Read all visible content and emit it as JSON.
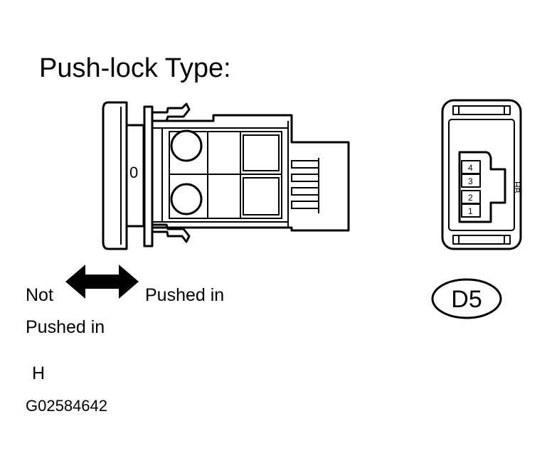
{
  "title": "Push-lock Type:",
  "switch": {
    "knob_mark": "0",
    "label_not_pushed_line1": "Not",
    "label_not_pushed_line2": "Pushed in",
    "label_pushed": "Pushed in"
  },
  "connector": {
    "pins": [
      "4",
      "3",
      "2",
      "1"
    ],
    "side_mark": "HB",
    "id": "D5"
  },
  "view_letter": "H",
  "figure_code": "G02584642"
}
